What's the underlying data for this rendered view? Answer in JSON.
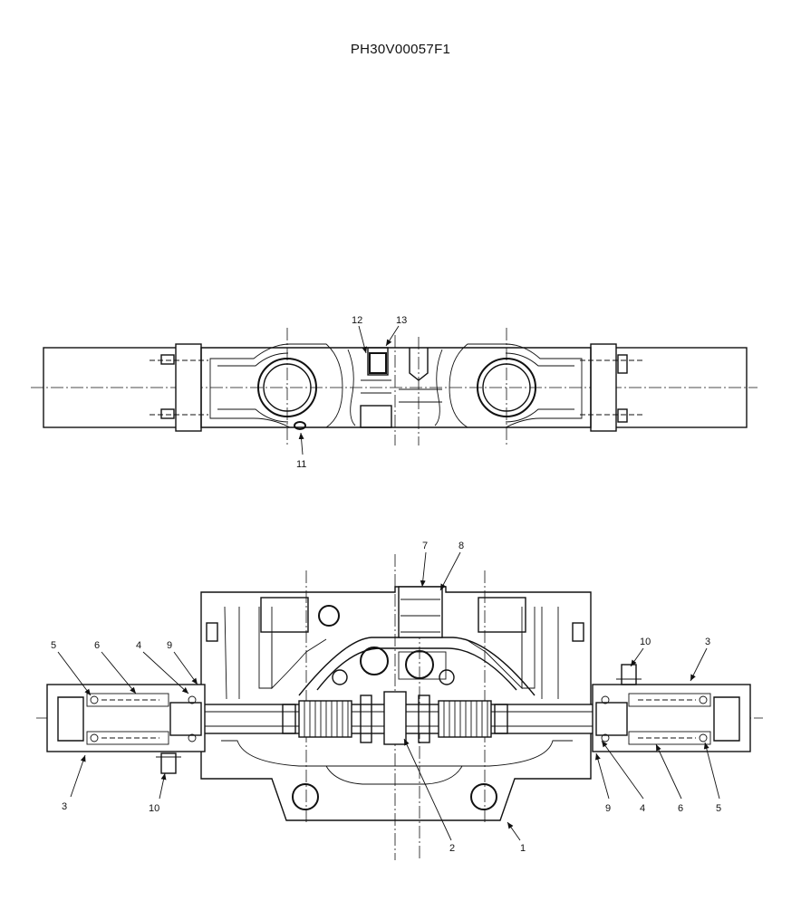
{
  "drawing_code": "PH30V00057F1",
  "callouts": {
    "top": [
      "12",
      "13",
      "11"
    ],
    "bottom_left": [
      "5",
      "6",
      "4",
      "9",
      "3",
      "10"
    ],
    "bottom_center": [
      "7",
      "8",
      "2",
      "1"
    ],
    "bottom_right": [
      "10",
      "3",
      "9",
      "4",
      "6",
      "5"
    ]
  }
}
